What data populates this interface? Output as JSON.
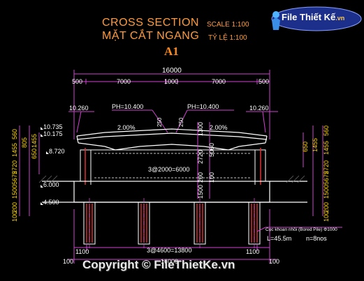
{
  "header": {
    "title_en": "CROSS SECTION",
    "scale_en": "SCALE 1:100",
    "title_vi": "MẶT CẮT NGANG",
    "scale_vi": "TỶ LỆ 1:100",
    "section_id": "A1"
  },
  "logo": {
    "text": "File Thiết Kế",
    "tld": ".vn"
  },
  "dims_top": {
    "overall": "16000",
    "segments": [
      "500",
      "7000",
      "1000",
      "7000",
      "500"
    ]
  },
  "levels": {
    "left_top": "10.260",
    "ph_left": "PH=10.400",
    "ph_right": "PH=10.400",
    "right_top": "10.260",
    "lv_10735": "10.735",
    "lv_10175": "10.175",
    "lv_8720": "8.720",
    "lv_6000": "6.000",
    "lv_4500": "4.500"
  },
  "slopes": {
    "left": "2.00%",
    "right": "2.00%"
  },
  "girder": {
    "spacing": "3@2000=6000",
    "cap_note": "250",
    "rib": "250"
  },
  "vertical_dims": {
    "left": [
      "560",
      "1455",
      "2720",
      "5675",
      "1500",
      "200",
      "100"
    ],
    "left_inner": [
      "805",
      "650",
      "1455"
    ],
    "center": [
      "1300",
      "2720",
      "200",
      "1500",
      "5060",
      "100"
    ],
    "right": [
      "560",
      "1455",
      "2720",
      "5675",
      "1500",
      "200",
      "100"
    ],
    "right_inner": [
      "650",
      "1455"
    ]
  },
  "bottom_dims": {
    "left_small": "1100",
    "piles_spacing": "3@4600=13800",
    "right_small": "1100",
    "left_end": "100",
    "overall": "16000",
    "right_end": "100"
  },
  "pile_note": {
    "line1": "Cọc khoan nhồi (Bored Pile) Φ1000",
    "length": "L=45.5m",
    "count": "n=8nos"
  },
  "copyright": "Copyright © FileThietKe.vn"
}
